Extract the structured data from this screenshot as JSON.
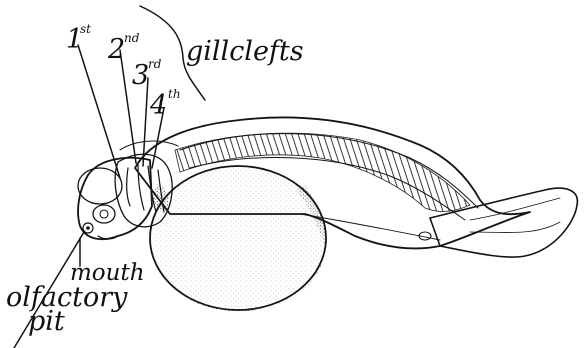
{
  "labels": {
    "gill_1_num": "1",
    "gill_1_sup": "st",
    "gill_2_num": "2",
    "gill_2_sup": "nd",
    "gill_3_num": "3",
    "gill_3_sup": "rd",
    "gill_4_num": "4",
    "gill_4_sup": "th",
    "gillclefts": "gillclefts",
    "mouth": "mouth",
    "olfactory_line1": "olfactory",
    "olfactory_line2": "pit"
  },
  "colors": {
    "ink": "#141414",
    "paper": "#ffffff"
  }
}
